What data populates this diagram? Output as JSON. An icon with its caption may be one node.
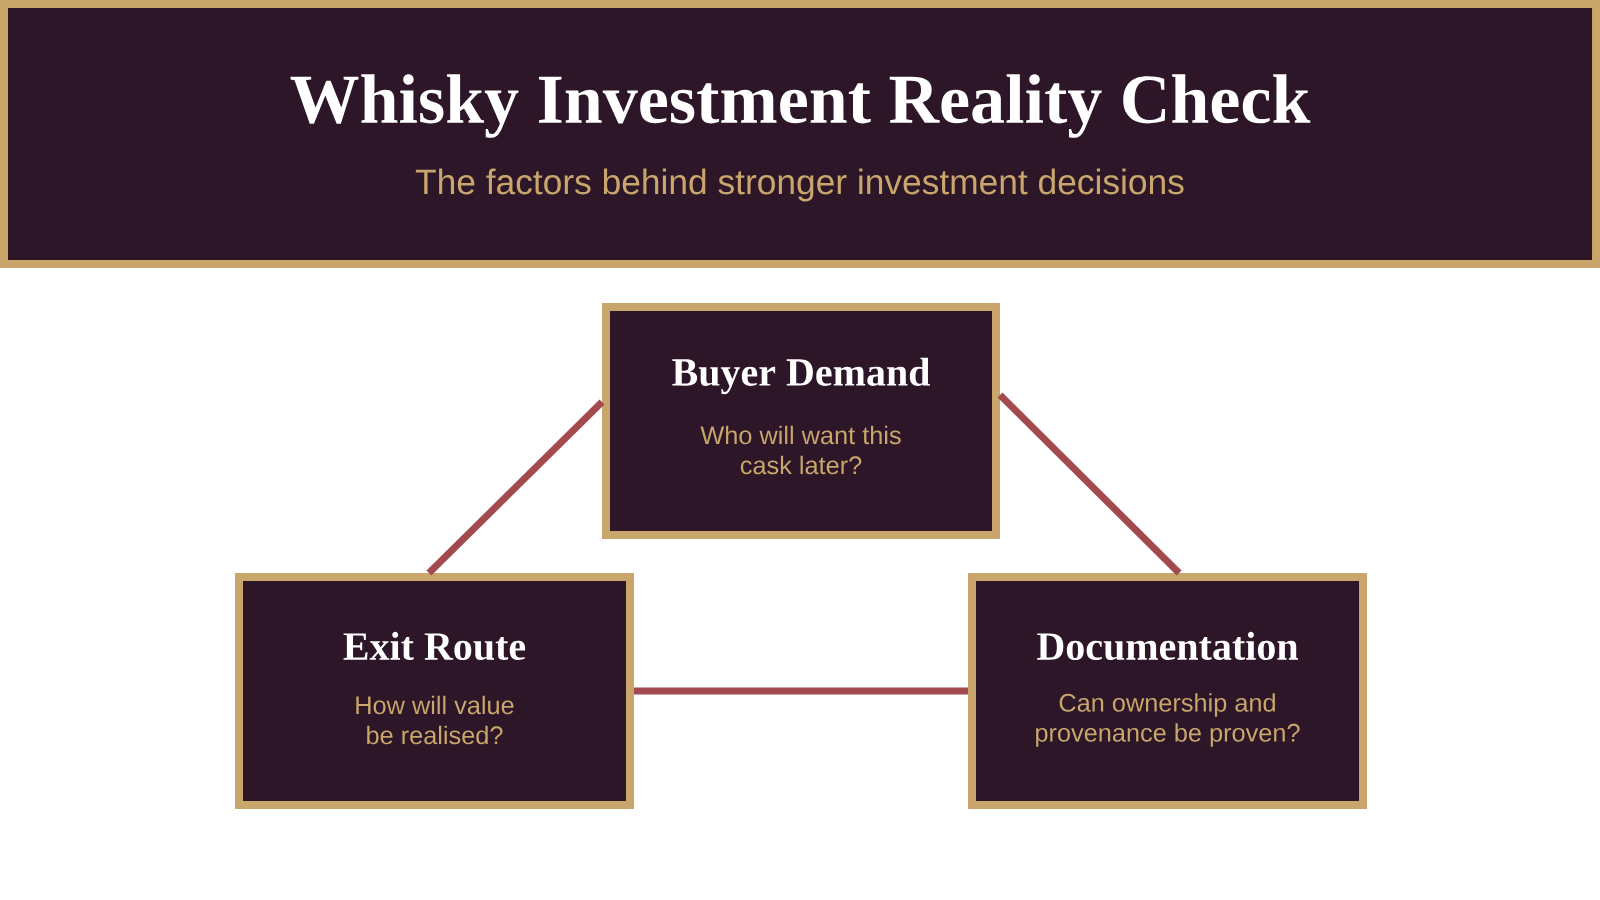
{
  "diagram": {
    "title": "Whisky Investment Reality Check",
    "nodes": [
      {
        "text": [
          "Buyer Demand",
          "Who will want this cask later?"
        ]
      },
      {
        "text": [
          "Exit Route",
          "How will value be realised?"
        ]
      },
      {
        "text": [
          "Documentation",
          "Can ownership and provenance be proven?"
        ]
      }
    ],
    "edges": [
      {
        "from": 0,
        "to": 1,
        "arrow": "none"
      },
      {
        "from": 0,
        "to": 2,
        "arrow": "none"
      },
      {
        "from": 1,
        "to": 2,
        "arrow": "none"
      }
    ],
    "labels": [
      "The factors behind stronger investment decisions"
    ]
  }
}
